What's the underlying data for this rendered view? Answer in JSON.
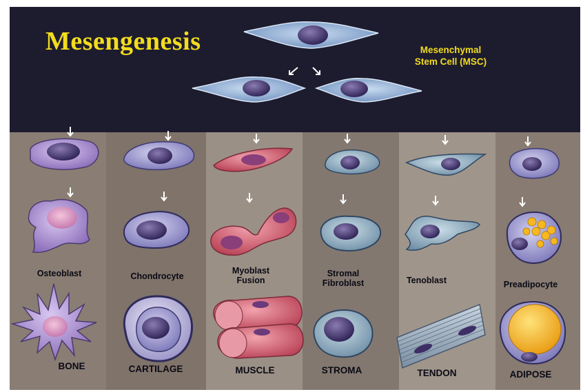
{
  "title": "Mesengenesis",
  "msc_label": {
    "line1": "Mesenchymal",
    "line2": "Stem Cell (MSC)"
  },
  "lineages": [
    {
      "progenitor": [
        "Osteoblast"
      ],
      "tissue": "BONE"
    },
    {
      "progenitor": [
        "Chondrocyte"
      ],
      "tissue": "CARTILAGE"
    },
    {
      "progenitor": [
        "Myoblast",
        "Fusion"
      ],
      "tissue": "MUSCLE"
    },
    {
      "progenitor": [
        "Stromal",
        "Fibroblast"
      ],
      "tissue": "STROMA"
    },
    {
      "progenitor": [
        "Tenoblast"
      ],
      "tissue": "TENDON"
    },
    {
      "progenitor": [
        "Preadipocyte"
      ],
      "tissue": "ADIPOSE"
    }
  ],
  "colors": {
    "header_bg": "#1d1c2f",
    "title_yellow": "#f2dc1e",
    "column_dark": "#7d7168",
    "column_light": "#a0958b",
    "msc_cell": "#8fb0d6",
    "nucleus": "#3d2f66",
    "bone_cell": "#b59ad8",
    "muscle_cell": "#d96a78",
    "fat_droplet": "#f5b820"
  }
}
